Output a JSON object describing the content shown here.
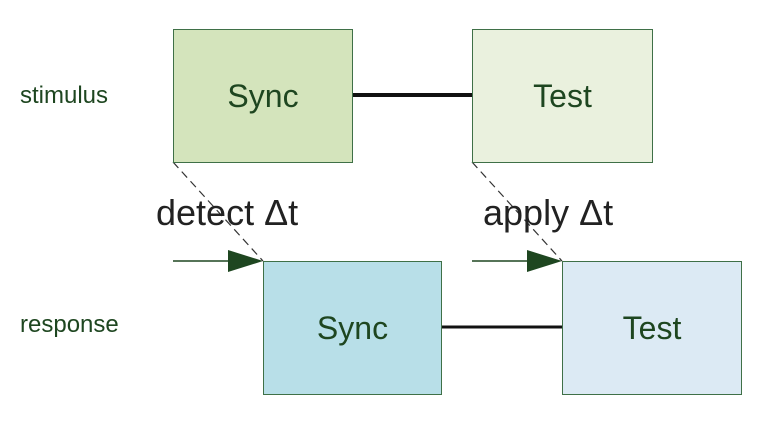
{
  "rows": {
    "stimulus_label": "stimulus",
    "response_label": "response"
  },
  "stimulus": {
    "sync_label": "Sync",
    "test_label": "Test"
  },
  "response": {
    "sync_label": "Sync",
    "test_label": "Test"
  },
  "captions": {
    "detect": "detect Δt",
    "apply": "apply Δt"
  },
  "colors": {
    "stimulus_sync_fill": "#d4e4bc",
    "stimulus_test_fill": "#eaf1de",
    "response_sync_fill": "#b8dfe8",
    "response_test_fill": "#dceaf4",
    "box_border": "#3f7047",
    "text": "#1e4620",
    "connector": "#111111",
    "arrowhead": "#1e4620"
  }
}
